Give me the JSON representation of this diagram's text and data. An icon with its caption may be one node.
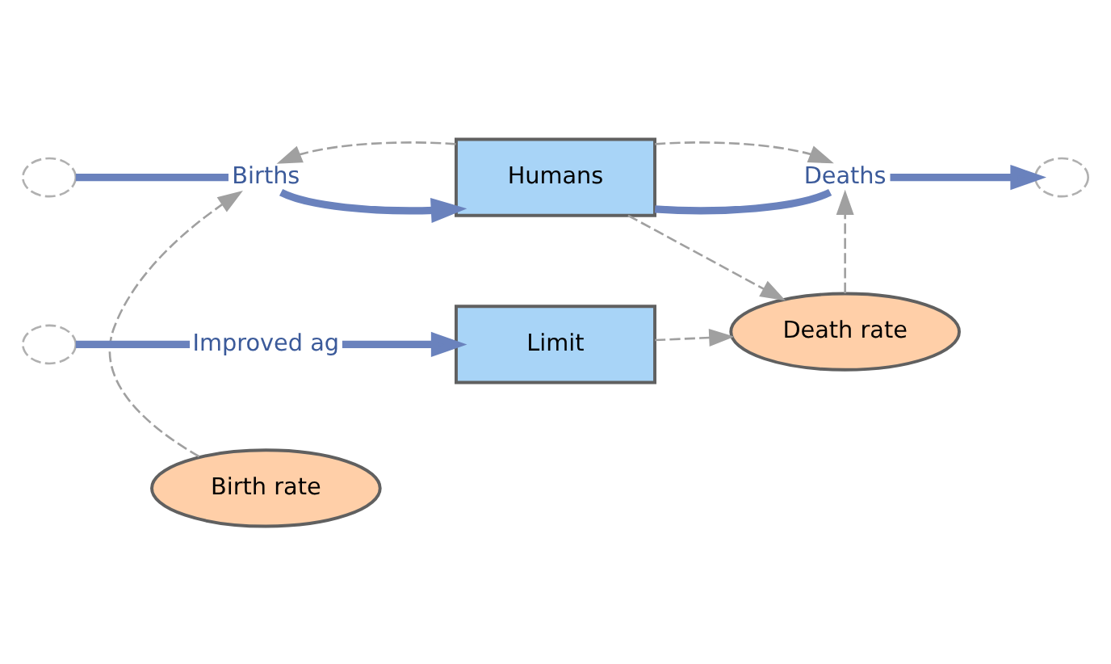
{
  "diagram": {
    "nodes": [
      {
        "text": [],
        "shape": "cloud"
      },
      {
        "text": [
          "Births"
        ]
      },
      {
        "text": [
          "Humans"
        ]
      },
      {
        "text": [
          "Deaths"
        ]
      },
      {
        "text": [],
        "shape": "cloud"
      },
      {
        "text": [
          "Birth rate"
        ]
      },
      {
        "text": [
          "Death rate"
        ]
      },
      {
        "text": [],
        "shape": "cloud"
      },
      {
        "text": [
          "Improved ag"
        ]
      },
      {
        "text": [
          "Limit"
        ]
      }
    ],
    "edges": [
      {
        "from": 0,
        "to": 1,
        "arrow": "none",
        "style": "thick",
        "color": "#6a82bd"
      },
      {
        "from": 1,
        "to": 2,
        "arrow": "to",
        "style": "thick",
        "color": "#6a82bd"
      },
      {
        "from": 2,
        "to": 3,
        "arrow": "none",
        "style": "thick",
        "color": "#6a82bd"
      },
      {
        "from": 3,
        "to": 4,
        "arrow": "to",
        "style": "thick",
        "color": "#6a82bd"
      },
      {
        "from": 7,
        "to": 8,
        "arrow": "none",
        "style": "thick",
        "color": "#6a82bd"
      },
      {
        "from": 8,
        "to": 9,
        "arrow": "to",
        "style": "thick",
        "color": "#6a82bd"
      },
      {
        "from": 5,
        "to": 1,
        "arrow": "to",
        "style": "dashed",
        "color": "#a0a0a0"
      },
      {
        "from": 2,
        "to": 1,
        "arrow": "to",
        "style": "dashed",
        "color": "#a0a0a0"
      },
      {
        "from": 2,
        "to": 3,
        "arrow": "to",
        "style": "dashed",
        "color": "#a0a0a0"
      },
      {
        "from": 2,
        "to": 6,
        "arrow": "to",
        "style": "dashed",
        "color": "#a0a0a0"
      },
      {
        "from": 6,
        "to": 3,
        "arrow": "to",
        "style": "dashed",
        "color": "#a0a0a0"
      },
      {
        "from": 9,
        "to": 6,
        "arrow": "to",
        "style": "dashed",
        "color": "#a0a0a0"
      }
    ]
  }
}
